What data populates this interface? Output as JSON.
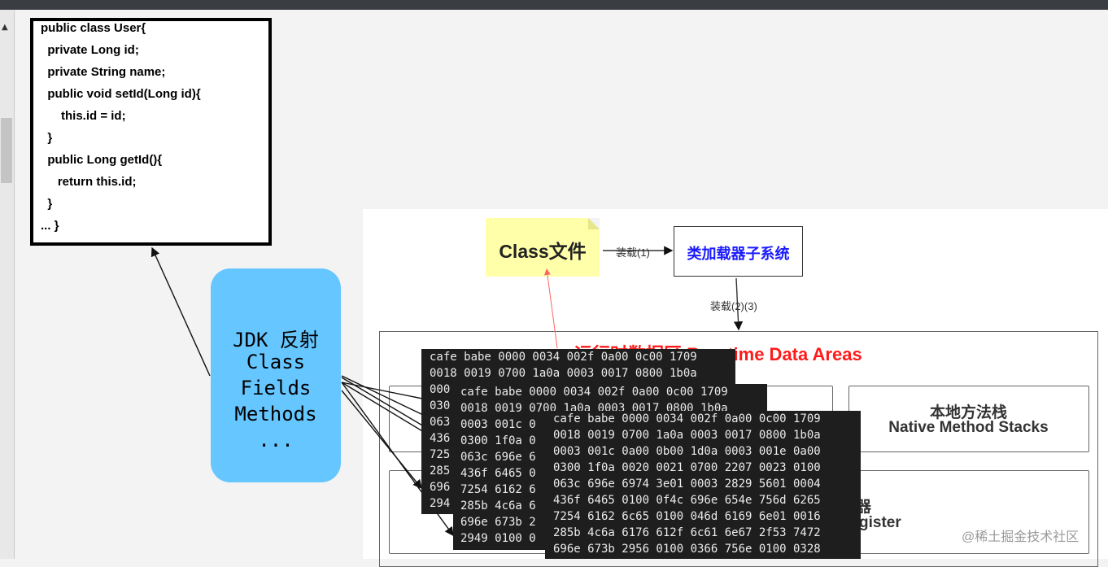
{
  "code": {
    "lines": [
      "public class User{",
      "  private Long id;",
      "  private String name;",
      "  public void setId(Long id){",
      "      this.id = id;",
      "  }",
      "  public Long getId(){",
      "     return this.id;",
      "  }",
      "... }"
    ]
  },
  "reflection": {
    "lines": [
      "JDK 反射",
      "Class",
      "Fields",
      "Methods",
      "..."
    ]
  },
  "diagram": {
    "class_file": "Class文件",
    "class_loader": "类加载器子系统",
    "load_step_1": "装载(1)",
    "load_step_23": "装载(2)(3)",
    "runtime_title": "运行时数据区 Run-time Data Areas",
    "native_stack_cn": "本地方法栈",
    "native_stack_en": "Native Method Stacks",
    "register_cn": "器",
    "register_en": "gister"
  },
  "hexdumps": [
    {
      "lines": [
        "cafe babe 0000 0034 002f 0a00 0c00 1709",
        "0018 0019 0700 1a0a 0003 0017 0800 1b0a",
        "000",
        "030",
        "063",
        "436",
        "725",
        "285",
        "696",
        "294"
      ]
    },
    {
      "lines": [
        "cafe babe 0000 0034 002f 0a00 0c00 1709",
        "0018 0019 0700 1a0a 0003 0017 0800 1b0a",
        "0003 001c 0",
        "0300 1f0a 0",
        "063c 696e 6",
        "436f 6465 0",
        "7254 6162 6",
        "285b 4c6a 6",
        "696e 673b 2",
        "2949 0100 0"
      ]
    },
    {
      "lines": [
        "cafe babe 0000 0034 002f 0a00 0c00 1709",
        "0018 0019 0700 1a0a 0003 0017 0800 1b0a",
        "0003 001c 0a00 0b00 1d0a 0003 001e 0a00",
        "0300 1f0a 0020 0021 0700 2207 0023 0100",
        "063c 696e 6974 3e01 0003 2829 5601 0004",
        "436f 6465 0100 0f4c 696e 654e 756d 6265",
        "7254 6162 6c65 0100 046d 6169 6e01 0016",
        "285b 4c6a 6176 612f 6c61 6e67 2f53 7472",
        "696e 673b 2956 0100 0366 756e 0100 0328"
      ]
    }
  ],
  "watermark": "@稀土掘金技术社区"
}
